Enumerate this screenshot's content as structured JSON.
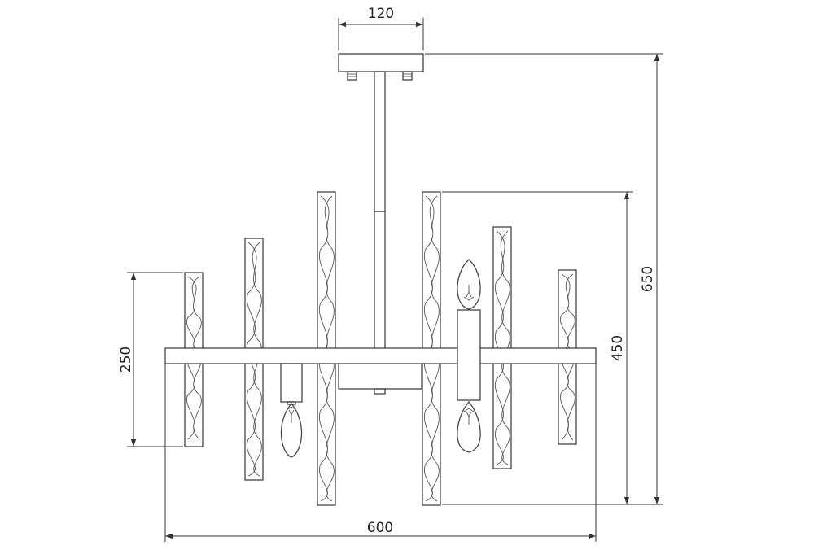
{
  "dimensions": {
    "canopy_width": "120",
    "total_height": "650",
    "body_height": "450",
    "crystal_height": "250",
    "total_width": "600"
  }
}
